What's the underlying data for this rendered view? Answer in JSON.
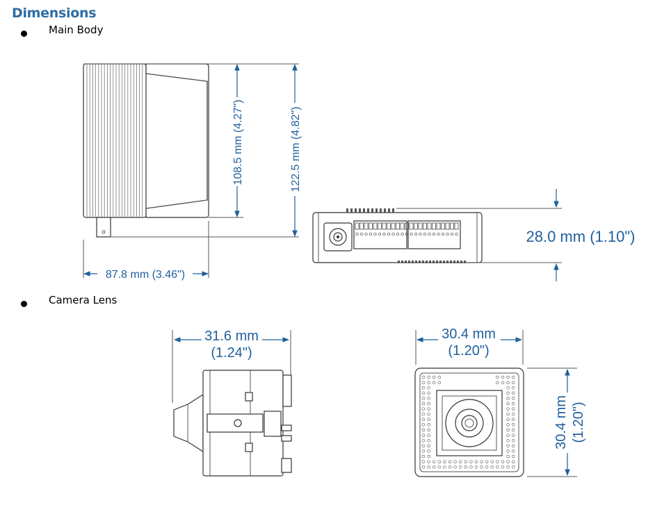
{
  "heading": "Dimensions",
  "sections": [
    {
      "label": "Main Body"
    },
    {
      "label": "Camera Lens"
    }
  ],
  "main_body": {
    "width_label": "87.8 mm (3.46\")",
    "inner_height_label": "108.5 mm (4.27\")",
    "total_height_label": "122.5 mm (4.82\")",
    "depth_label": "28.0 mm (1.10\")"
  },
  "camera_lens": {
    "side_width_line1": "31.6 mm",
    "side_width_line2": "(1.24\")",
    "front_width_line1": "30.4 mm",
    "front_width_line2": "(1.20\")",
    "front_height_line1": "30.4 mm",
    "front_height_line2": "(1.20\")"
  },
  "colors": {
    "heading": "#2e6da4",
    "dimension": "#1f5f9c"
  }
}
